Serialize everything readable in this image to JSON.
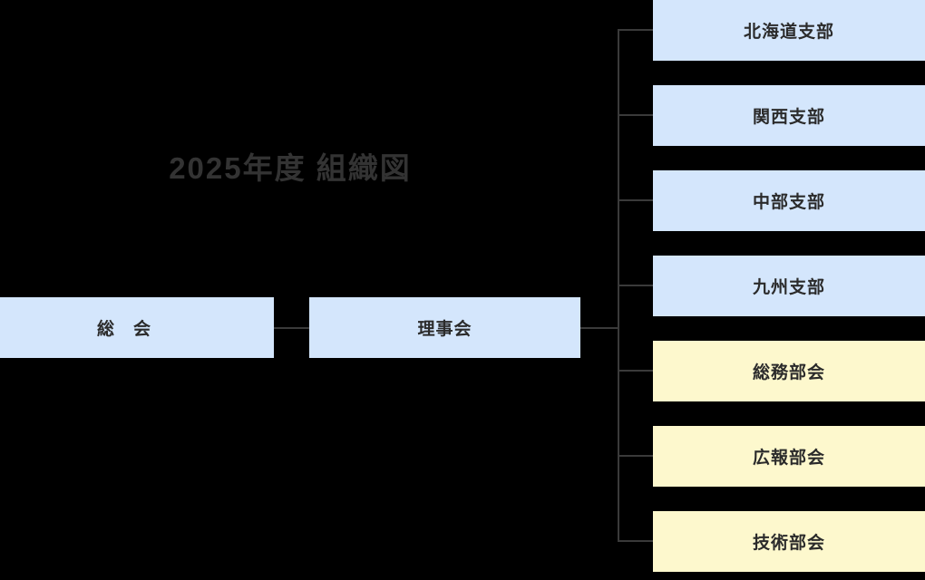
{
  "title": "2025年度 組織図",
  "colors": {
    "background": "#000000",
    "box_blue": "#d4e6fc",
    "box_yellow": "#fdf8cd",
    "line": "#3a3a3a",
    "title_text": "#333333",
    "node_text": "#2b2b2b"
  },
  "chart_data": {
    "type": "diagram",
    "diagram_type": "organization-chart",
    "title": "2025年度 組織図",
    "orientation": "left-to-right",
    "nodes": [
      {
        "id": "soukai",
        "label": "総　会",
        "color": "#d4e6fc",
        "level": 0
      },
      {
        "id": "rijikai",
        "label": "理事会",
        "color": "#d4e6fc",
        "level": 1
      },
      {
        "id": "hokkaido",
        "label": "北海道支部",
        "color": "#d4e6fc",
        "level": 2
      },
      {
        "id": "kansai",
        "label": "関西支部",
        "color": "#d4e6fc",
        "level": 2
      },
      {
        "id": "chubu",
        "label": "中部支部",
        "color": "#d4e6fc",
        "level": 2
      },
      {
        "id": "kyushu",
        "label": "九州支部",
        "color": "#d4e6fc",
        "level": 2
      },
      {
        "id": "soumu",
        "label": "総務部会",
        "color": "#fdf8cd",
        "level": 2
      },
      {
        "id": "kouhou",
        "label": "広報部会",
        "color": "#fdf8cd",
        "level": 2
      },
      {
        "id": "gijutsu",
        "label": "技術部会",
        "color": "#fdf8cd",
        "level": 2
      }
    ],
    "edges": [
      {
        "from": "soukai",
        "to": "rijikai"
      },
      {
        "from": "rijikai",
        "to": "hokkaido"
      },
      {
        "from": "rijikai",
        "to": "kansai"
      },
      {
        "from": "rijikai",
        "to": "chubu"
      },
      {
        "from": "rijikai",
        "to": "kyushu"
      },
      {
        "from": "rijikai",
        "to": "soumu"
      },
      {
        "from": "rijikai",
        "to": "kouhou"
      },
      {
        "from": "rijikai",
        "to": "gijutsu"
      }
    ]
  },
  "nodes": {
    "soukai": "総　会",
    "rijikai": "理事会",
    "hokkaido": "北海道支部",
    "kansai": "関西支部",
    "chubu": "中部支部",
    "kyushu": "九州支部",
    "soumu": "総務部会",
    "kouhou": "広報部会",
    "gijutsu": "技術部会"
  }
}
